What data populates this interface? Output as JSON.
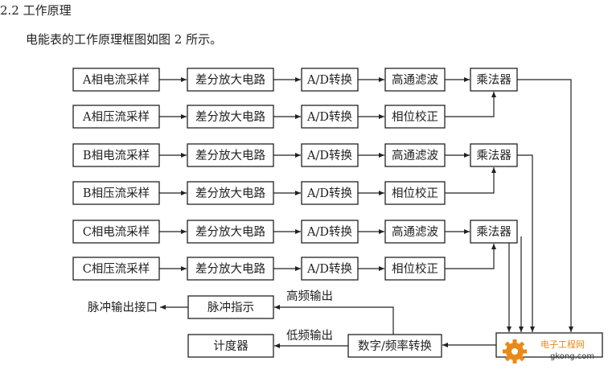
{
  "header": {
    "section_title": "2.2 工作原理",
    "intro": "电能表的工作原理框图如图 2 所示。"
  },
  "diagram": {
    "rows": [
      {
        "source": "A相电流采样",
        "amp": "差分放大电路",
        "adc": "A/D转换",
        "filter": "高通滤波"
      },
      {
        "source": "A相压流采样",
        "amp": "差分放大电路",
        "adc": "A/D转换",
        "filter": "相位校正"
      },
      {
        "source": "B相电流采样",
        "amp": "差分放大电路",
        "adc": "A/D转换",
        "filter": "高通滤波"
      },
      {
        "source": "B相压流采样",
        "amp": "差分放大电路",
        "adc": "A/D转换",
        "filter": "相位校正"
      },
      {
        "source": "C相电流采样",
        "amp": "差分放大电路",
        "adc": "A/D转换",
        "filter": "高通滤波"
      },
      {
        "source": "C相压流采样",
        "amp": "差分放大电路",
        "adc": "A/D转换",
        "filter": "相位校正"
      }
    ],
    "multipliers": [
      "乘法器",
      "乘法器",
      "乘法器"
    ],
    "pulse_output_port": "脉冲输出接口",
    "pulse_indicator": "脉冲指示",
    "high_freq_output": "高频输出",
    "low_freq_output": "低频输出",
    "counter": "计度器",
    "dfc": "数字/频率转换"
  },
  "watermark": {
    "site_name": "电子工程网",
    "url": "gkong.com",
    "accent_color": "#e88a1a"
  }
}
